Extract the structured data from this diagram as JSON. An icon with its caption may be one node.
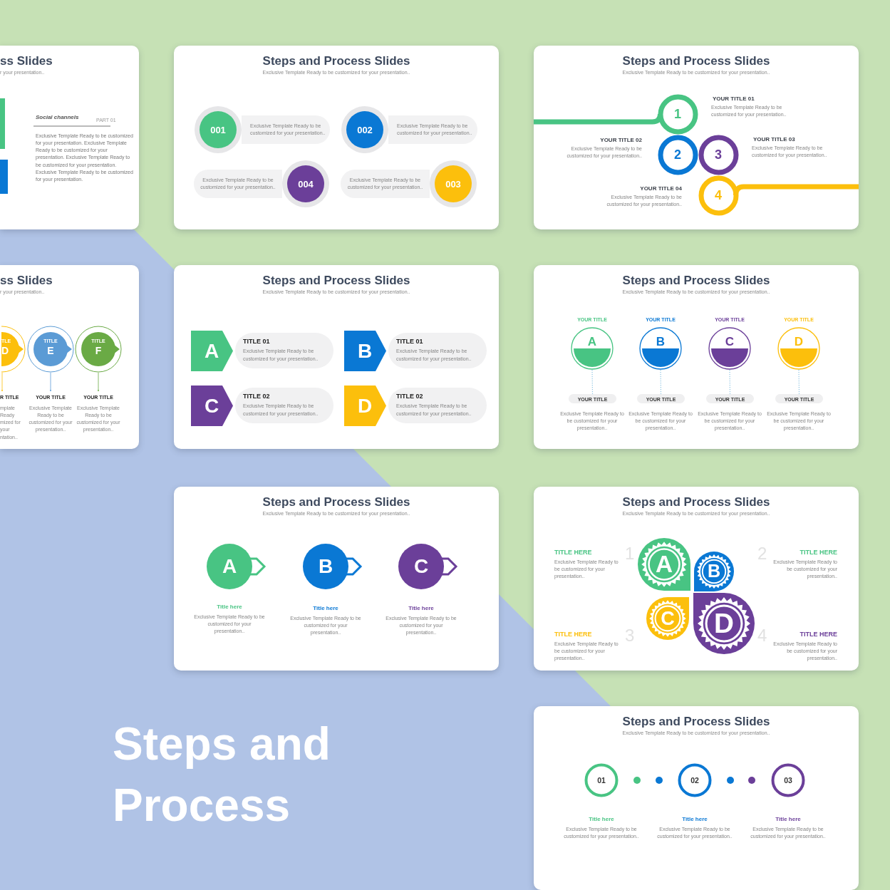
{
  "diagram": {
    "nodes": [
      {
        "text": [
          "ss Slides",
          "r your presentation..",
          "Social channels",
          "PART 01",
          "Exclusive Template Ready to be customized for your presentation. Exclusive Template Ready to be customized for your presentation. Exclusive Template Ready to be customized for your presentation. Exclusive Template Ready to be customized for your presentation."
        ]
      },
      {
        "text": [
          "ss Slides",
          "r your presentation.."
        ]
      },
      {
        "text": [
          "TLE",
          "D"
        ],
        "beside": [
          "R TITLE",
          "mplate Ready mized for your ntation.."
        ]
      },
      {
        "text": [
          "TITLE",
          "E"
        ],
        "in": 1,
        "beside": [
          "YOUR TITLE",
          "Exclusive Template Ready to be customized for your presentation.."
        ]
      },
      {
        "text": [
          "TITLE",
          "F"
        ],
        "in": 1,
        "beside": [
          "YOUR TITLE",
          "Exclusive Template Ready to be customized for your presentation.."
        ]
      },
      {
        "text": [
          "Steps and Process Slides",
          "Exclusive Template Ready to be customized for your presentation.."
        ]
      },
      {
        "text": [
          "001"
        ],
        "in": 5
      },
      {
        "text": [
          "Exclusive Template Ready to be customized for your presentation.."
        ],
        "in": 5
      },
      {
        "text": [
          "002"
        ],
        "in": 5
      },
      {
        "text": [
          "Exclusive Template Ready to be customized for your presentation.."
        ],
        "in": 5
      },
      {
        "text": [
          "Exclusive Template Ready to be customized for your presentation.."
        ],
        "in": 5
      },
      {
        "text": [
          "004"
        ],
        "in": 5
      },
      {
        "text": [
          "Exclusive Template Ready to be customized for your presentation.."
        ],
        "in": 5
      },
      {
        "text": [
          "003"
        ],
        "in": 5
      },
      {
        "text": [
          "Steps and Process Slides",
          "Exclusive Template Ready to be customized for your presentation.."
        ]
      },
      {
        "text": [
          "1"
        ],
        "in": 14,
        "beside": [
          "YOUR TITLE 01",
          "Exclusive Template Ready to be customized for your presentation.."
        ]
      },
      {
        "text": [
          "2"
        ],
        "in": 14,
        "beside": [
          "YOUR TITLE 02",
          "Exclusive Template Ready to be customized for your presentation.."
        ]
      },
      {
        "text": [
          "3"
        ],
        "in": 14,
        "beside": [
          "YOUR TITLE 03",
          "Exclusive Template Ready to be customized for your presentation.."
        ]
      },
      {
        "text": [
          "4"
        ],
        "in": 14,
        "beside": [
          "YOUR TITLE 04",
          "Exclusive Template Ready to be customized for your presentation.."
        ]
      },
      {
        "text": [
          "Steps and Process Slides",
          "Exclusive Template Ready to be customized for your presentation.."
        ]
      },
      {
        "text": [
          "A"
        ],
        "in": 19
      },
      {
        "text": [
          "TITLE 01",
          "Exclusive Template Ready to be customized for your presentation.."
        ],
        "in": 19
      },
      {
        "text": [
          "B"
        ],
        "in": 19
      },
      {
        "text": [
          "TITLE 01",
          "Exclusive Template Ready to be customized for your presentation.."
        ],
        "in": 19
      },
      {
        "text": [
          "C"
        ],
        "in": 19
      },
      {
        "text": [
          "TITLE 02",
          "Exclusive Template Ready to be customized for your presentation.."
        ],
        "in": 19
      },
      {
        "text": [
          "D"
        ],
        "in": 19
      },
      {
        "text": [
          "TITLE 02",
          "Exclusive Template Ready to be customized for your presentation.."
        ],
        "in": 19
      },
      {
        "text": [
          "Steps and Process Slides",
          "Exclusive Template Ready to be customized for your presentation.."
        ]
      },
      {
        "text": [
          "YOUR TITLE",
          "A"
        ],
        "in": 28
      },
      {
        "text": [
          "YOUR TITLE"
        ],
        "in": 28,
        "beside": [
          "Exclusive Template Ready to be customized for your presentation.."
        ]
      },
      {
        "text": [
          "YOUR TITLE",
          "B"
        ],
        "in": 28
      },
      {
        "text": [
          "YOUR TITLE"
        ],
        "in": 28,
        "beside": [
          "Exclusive Template Ready to be customized for your presentation.."
        ]
      },
      {
        "text": [
          "YOUR TITLE",
          "C"
        ],
        "in": 28
      },
      {
        "text": [
          "YOUR TITLE"
        ],
        "in": 28,
        "beside": [
          "Exclusive Template Ready to be customized for your presentation.."
        ]
      },
      {
        "text": [
          "YOUR TITLE",
          "D"
        ],
        "in": 28
      },
      {
        "text": [
          "YOUR TITLE"
        ],
        "in": 28,
        "beside": [
          "Exclusive Template Ready to be customized for your presentation.."
        ]
      },
      {
        "text": [
          "Steps and Process Slides",
          "Exclusive Template Ready to be customized for your presentation.."
        ]
      },
      {
        "text": [
          "A"
        ],
        "in": 37,
        "beside": [
          "Title here",
          "Exclusive Template Ready to be customized for your presentation.."
        ]
      },
      {
        "text": [
          "B"
        ],
        "in": 37,
        "beside": [
          "Title here",
          "Exclusive Template Ready to be customized for your presentation.."
        ]
      },
      {
        "text": [
          "C"
        ],
        "in": 37,
        "beside": [
          "Title here",
          "Exclusive Template Ready to be customized for your presentation.."
        ]
      },
      {
        "text": [
          "Steps and Process Slides",
          "Exclusive Template Ready to be customized for your presentation.."
        ]
      },
      {
        "text": [
          "A"
        ],
        "in": 41,
        "beside": [
          "1",
          "TITLE HERE",
          "Exclusive Template Ready to be customized for your presentation.."
        ]
      },
      {
        "text": [
          "B"
        ],
        "in": 41,
        "beside": [
          "2",
          "TITLE HERE",
          "Exclusive Template Ready to be customized for your presentation.."
        ]
      },
      {
        "text": [
          "C"
        ],
        "in": 41,
        "beside": [
          "3",
          "TITLE HERE",
          "Exclusive Template Ready to be customized for your presentation.."
        ]
      },
      {
        "text": [
          "D"
        ],
        "in": 41,
        "beside": [
          "4",
          "TITLE HERE",
          "Exclusive Template Ready to be customized for your presentation.."
        ]
      },
      {
        "text": [
          "Steps and Process Slides",
          "Exclusive Template Ready to be customized for your presentation.."
        ]
      },
      {
        "text": [
          "01"
        ],
        "in": 46,
        "beside": [
          "Title here",
          "Exclusive Template Ready to be customized for your presentation.."
        ]
      },
      {
        "text": [
          "02"
        ],
        "in": 46,
        "beside": [
          "Title here",
          "Exclusive Template Ready to be customized for your presentation.."
        ]
      },
      {
        "text": [
          "03"
        ],
        "in": 46,
        "beside": [
          "Title here",
          "Exclusive Template Ready to be customized for your presentation.."
        ]
      }
    ],
    "edges": [
      {
        "from": null,
        "to": 15,
        "arrow": "none",
        "style": "thick",
        "color": "#48c483"
      },
      {
        "from": 18,
        "to": null,
        "arrow": "none",
        "style": "thick",
        "color": "#fcbf0c"
      },
      {
        "from": 29,
        "to": 30,
        "arrow": "none",
        "style": "dashed"
      },
      {
        "from": 31,
        "to": 32,
        "arrow": "none",
        "style": "dashed"
      },
      {
        "from": 33,
        "to": 34,
        "arrow": "none",
        "style": "dashed"
      },
      {
        "from": 35,
        "to": 36,
        "arrow": "none",
        "style": "dashed"
      }
    ],
    "labels": [
      "Steps and Process"
    ]
  }
}
